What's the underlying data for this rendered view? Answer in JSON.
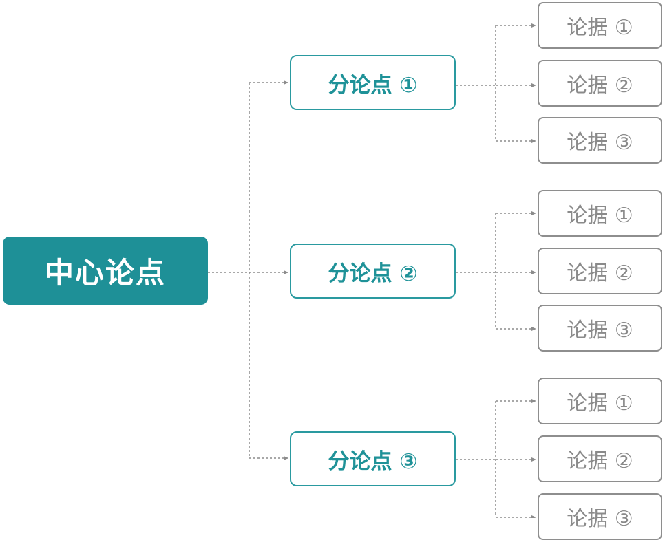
{
  "central": {
    "label": "中心论点"
  },
  "sub_points": [
    {
      "label": "分论点 ①",
      "evidence": [
        "论据 ①",
        "论据 ②",
        "论据 ③"
      ]
    },
    {
      "label": "分论点 ②",
      "evidence": [
        "论据 ①",
        "论据 ②",
        "论据 ③"
      ]
    },
    {
      "label": "分论点 ③",
      "evidence": [
        "论据 ①",
        "论据 ②",
        "论据 ③"
      ]
    }
  ],
  "colors": {
    "teal": "#1e9097",
    "teal_border": "#2a9aa0",
    "gray_border": "#8e8e8e",
    "gray_text": "#8a8a8a",
    "connector": "#8c8c8c"
  }
}
